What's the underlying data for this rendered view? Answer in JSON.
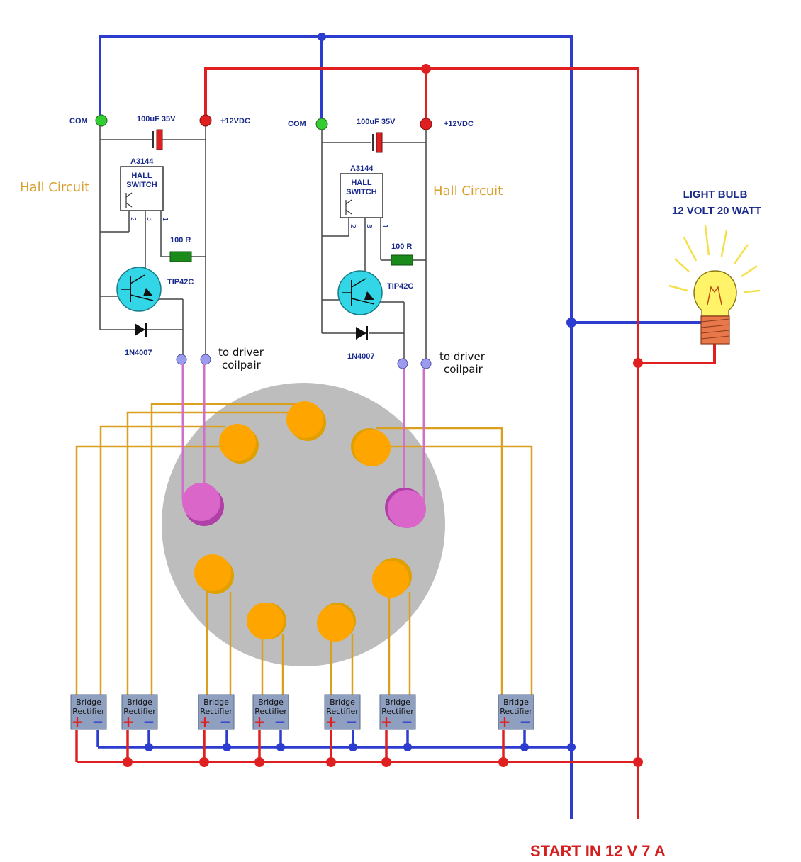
{
  "circuits": [
    {
      "title": "Hall Circuit",
      "com_label": "COM",
      "vdc_label": "+12VDC",
      "capacitor_label": "100uF 35V",
      "sensor_label": "A3144",
      "hall_switch_line1": "HALL",
      "hall_switch_line2": "SWITCH",
      "resistor_label": "100 R",
      "transistor_label": "TIP42C",
      "diode_label": "1N4007",
      "driver_line1": "to driver",
      "driver_line2": "coilpair",
      "pins": [
        "2",
        "3",
        "1"
      ]
    },
    {
      "title": "Hall Circuit",
      "com_label": "COM",
      "vdc_label": "+12VDC",
      "capacitor_label": "100uF 35V",
      "sensor_label": "A3144",
      "hall_switch_line1": "HALL",
      "hall_switch_line2": "SWITCH",
      "resistor_label": "100 R",
      "transistor_label": "TIP42C",
      "diode_label": "1N4007",
      "driver_line1": "to driver",
      "driver_line2": "coilpair",
      "pins": [
        "2",
        "3",
        "1"
      ]
    }
  ],
  "bulb": {
    "line1": "LIGHT BULB",
    "line2": "12 VOLT 20  WATT"
  },
  "rectifier": {
    "line1": "Bridge",
    "line2": "Rectifier",
    "plus": "+",
    "minus": "−",
    "count": 7
  },
  "start_label": "START IN 12 V 7 A",
  "colors": {
    "negative_wire": "#2b3ccf",
    "positive_wire": "#e02020",
    "coil_wire": "#d9a020",
    "driver_wire": "#d070c8",
    "rotor": "#bdbdbd",
    "coil": "#ffa500",
    "drive_coil": "#d966c8",
    "transistor": "#33d6e6",
    "resistor": "#1a8a1a",
    "capacitor": "#e02020",
    "com_terminal": "#33cc33",
    "rectifier_box": "#8f9fbf"
  }
}
